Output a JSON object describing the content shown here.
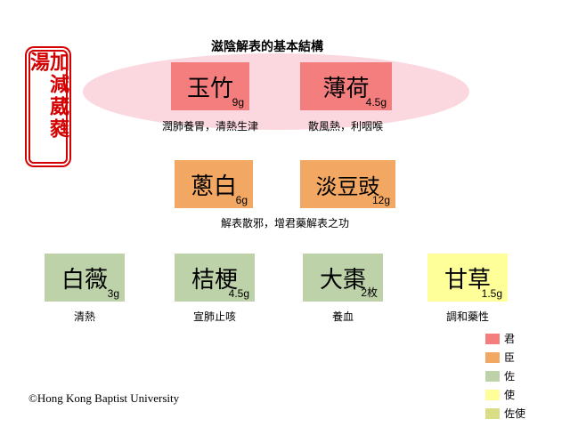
{
  "seal": {
    "text": "加減葳蕤湯"
  },
  "title": "滋陰解表的基本結構",
  "copyright": "©Hong Kong Baptist University",
  "colors": {
    "monarch": "#F47E7E",
    "minister": "#F2A863",
    "assistant": "#BDD2A9",
    "envoy": "#FFFF99",
    "assistant_envoy": "#D9DE85",
    "ellipse": "#FBD7DF",
    "seal_red": "#D40000"
  },
  "monarch_group": {
    "herbs": [
      {
        "name": "玉竹",
        "dose": "9g",
        "caption": "潤肺養胃，清熱生津"
      },
      {
        "name": "薄荷",
        "dose": "4.5g",
        "caption": "散風熱，利咽喉"
      }
    ]
  },
  "minister_group": {
    "herbs": [
      {
        "name": "蔥白",
        "dose": "6g"
      },
      {
        "name": "淡豆豉",
        "dose": "12g"
      }
    ],
    "caption": "解表散邪，增君藥解表之功"
  },
  "bottom_group": {
    "herbs": [
      {
        "name": "白薇",
        "dose": "3g",
        "caption": "清熱"
      },
      {
        "name": "桔梗",
        "dose": "4.5g",
        "caption": "宣肺止咳"
      },
      {
        "name": "大棗",
        "dose": "2枚",
        "caption": "養血"
      },
      {
        "name": "甘草",
        "dose": "1.5g",
        "caption": "調和藥性"
      }
    ]
  },
  "legend": {
    "items": [
      {
        "label": "君",
        "color": "#F47E7E"
      },
      {
        "label": "臣",
        "color": "#F2A863"
      },
      {
        "label": "佐",
        "color": "#BDD2A9"
      },
      {
        "label": "使",
        "color": "#FFFF99"
      },
      {
        "label": "佐使",
        "color": "#D9DE85"
      }
    ]
  }
}
